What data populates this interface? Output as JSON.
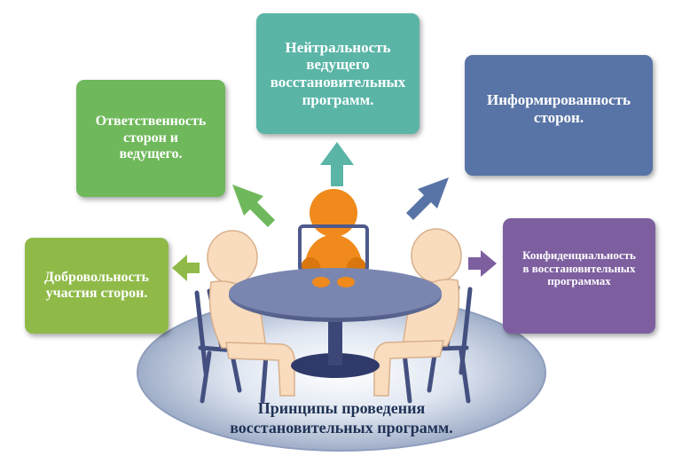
{
  "colors": {
    "neutral": "#5ab5a7",
    "responsibility": "#6fb85b",
    "informed": "#5874a6",
    "voluntary": "#8fba48",
    "confidential": "#7d5fa0",
    "person_side": "#f9dcbd",
    "person_center": "#f08a1c",
    "table": "#6e7aa5",
    "caption": "#1f3255"
  },
  "principles": {
    "neutrality": {
      "line1": "Нейтральность",
      "line2": "ведущего",
      "line3": "восстановительных",
      "line4": "программ."
    },
    "responsibility": {
      "line1": "Ответственность",
      "line2": "сторон и",
      "line3": "ведущего."
    },
    "informed": {
      "line1": "Информированность",
      "line2": "сторон."
    },
    "voluntary": {
      "line1": "Добровольность",
      "line2": "участия сторон."
    },
    "confidentiality": {
      "line1": "Конфиденциальность",
      "line2": "в восстановительных",
      "line3": "программах"
    }
  },
  "caption": {
    "line1": "Принципы проведения",
    "line2": "восстановительных программ."
  },
  "icons": [
    "arrow-up-icon",
    "arrow-up-left-icon",
    "arrow-up-right-icon",
    "arrow-left-icon",
    "arrow-right-icon",
    "person-icon",
    "chair-icon",
    "round-table-icon"
  ]
}
